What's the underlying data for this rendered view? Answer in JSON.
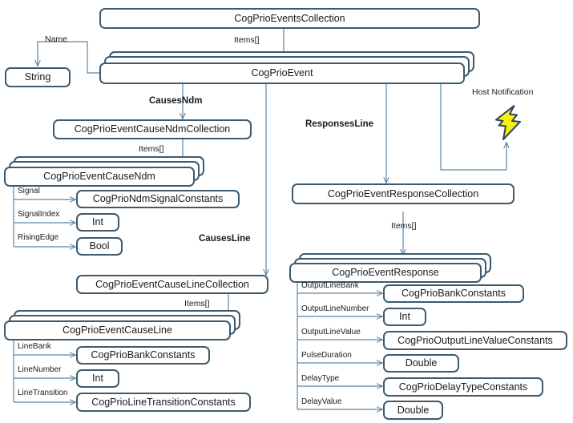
{
  "diagram": {
    "title": "CogPrioEventsCollection",
    "nodes": {
      "events_collection": "CogPrioEventsCollection",
      "event": "CogPrioEvent",
      "string": "String",
      "cause_ndm_collection": "CogPrioEventCauseNdmCollection",
      "cause_ndm": "CogPrioEventCauseNdm",
      "ndm_signal_constants": "CogPrioNdmSignalConstants",
      "ndm_int": "Int",
      "ndm_bool": "Bool",
      "cause_line_collection": "CogPrioEventCauseLineCollection",
      "cause_line": "CogPrioEventCauseLine",
      "line_bank_constants": "CogPrioBankConstants",
      "line_int": "Int",
      "line_transition_constants": "CogPrioLineTransitionConstants",
      "response_collection": "CogPrioEventResponseCollection",
      "response": "CogPrioEventResponse",
      "resp_bank_constants": "CogPrioBankConstants",
      "resp_int": "Int",
      "resp_output_line_value_constants": "CogPrioOutputLineValueConstants",
      "resp_pulse_double": "Double",
      "resp_delay_type_constants": "CogPrioDelayTypeConstants",
      "resp_delay_double": "Double"
    },
    "edge_labels": {
      "items_top": "Items[]",
      "name": "Name",
      "causes_ndm": "CausesNdm",
      "items_ndm": "Items[]",
      "signal": "Signal",
      "signal_index": "SignalIndex",
      "rising_edge": "RisingEdge",
      "causes_line": "CausesLine",
      "items_line": "Items[]",
      "line_bank": "LineBank",
      "line_number": "LineNumber",
      "line_transition": "LineTransition",
      "responses_line": "ResponsesLine",
      "items_response": "Items[]",
      "output_line_bank": "OutputLineBank",
      "output_line_number": "OutputLineNumber",
      "output_line_value": "OutputLineValue",
      "pulse_duration": "PulseDuration",
      "delay_type": "DelayType",
      "delay_value": "DelayValue",
      "host_notification": "Host Notification"
    },
    "colors": {
      "box_border": "#3d5a6e",
      "connector": "#5b87a8",
      "bolt_fill": "#f2f20d",
      "bolt_stroke": "#2e3f66",
      "background": "#ffffff",
      "text": "#1a1a1a"
    }
  }
}
